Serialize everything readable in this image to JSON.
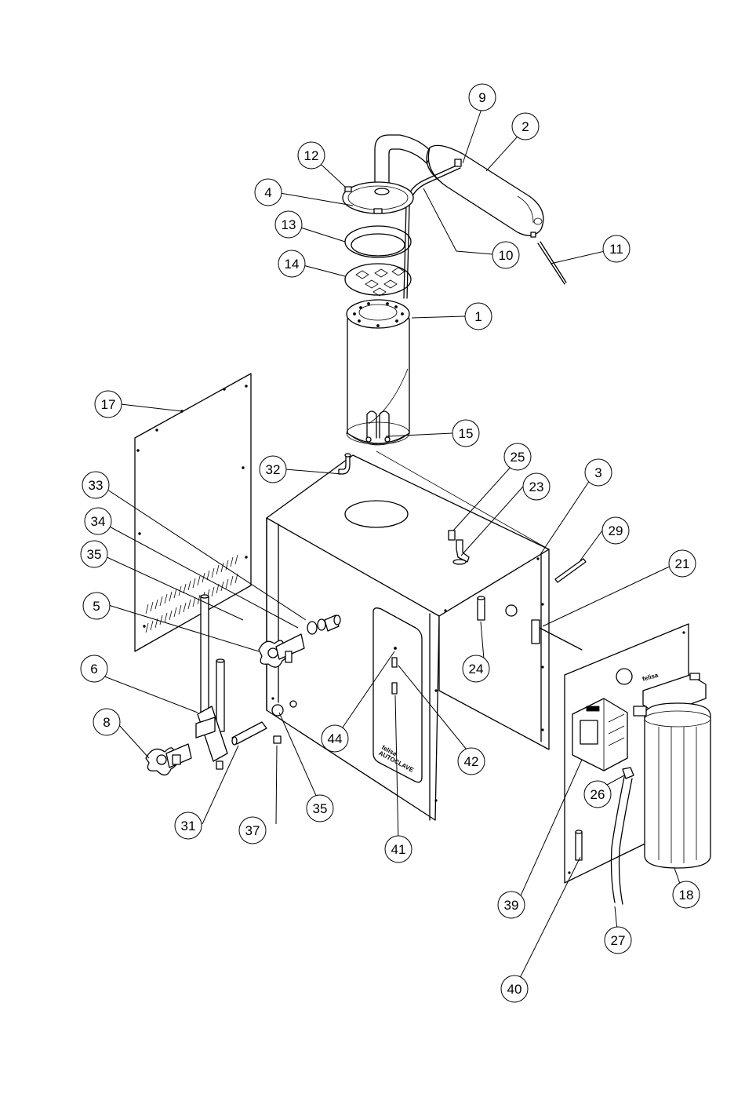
{
  "diagram": {
    "callouts": [
      {
        "id": "1",
        "label": "1"
      },
      {
        "id": "2",
        "label": "2"
      },
      {
        "id": "3",
        "label": "3"
      },
      {
        "id": "4",
        "label": "4"
      },
      {
        "id": "5",
        "label": "5"
      },
      {
        "id": "6",
        "label": "6"
      },
      {
        "id": "8",
        "label": "8"
      },
      {
        "id": "9",
        "label": "9"
      },
      {
        "id": "10",
        "label": "10"
      },
      {
        "id": "11",
        "label": "11"
      },
      {
        "id": "12",
        "label": "12"
      },
      {
        "id": "13",
        "label": "13"
      },
      {
        "id": "14",
        "label": "14"
      },
      {
        "id": "15",
        "label": "15"
      },
      {
        "id": "17",
        "label": "17"
      },
      {
        "id": "18",
        "label": "18"
      },
      {
        "id": "21",
        "label": "21"
      },
      {
        "id": "23",
        "label": "23"
      },
      {
        "id": "24",
        "label": "24"
      },
      {
        "id": "25",
        "label": "25"
      },
      {
        "id": "26",
        "label": "26"
      },
      {
        "id": "27",
        "label": "27"
      },
      {
        "id": "29",
        "label": "29"
      },
      {
        "id": "31",
        "label": "31"
      },
      {
        "id": "32",
        "label": "32"
      },
      {
        "id": "33",
        "label": "33"
      },
      {
        "id": "34",
        "label": "34"
      },
      {
        "id": "35a",
        "label": "35"
      },
      {
        "id": "35b",
        "label": "35"
      },
      {
        "id": "37",
        "label": "37"
      },
      {
        "id": "39",
        "label": "39"
      },
      {
        "id": "40",
        "label": "40"
      },
      {
        "id": "41",
        "label": "41"
      },
      {
        "id": "42",
        "label": "42"
      },
      {
        "id": "44",
        "label": "44"
      }
    ],
    "panel_brand": "felisa",
    "panel_model": "AUTOCLAVE",
    "filter_brand": "felisa"
  }
}
